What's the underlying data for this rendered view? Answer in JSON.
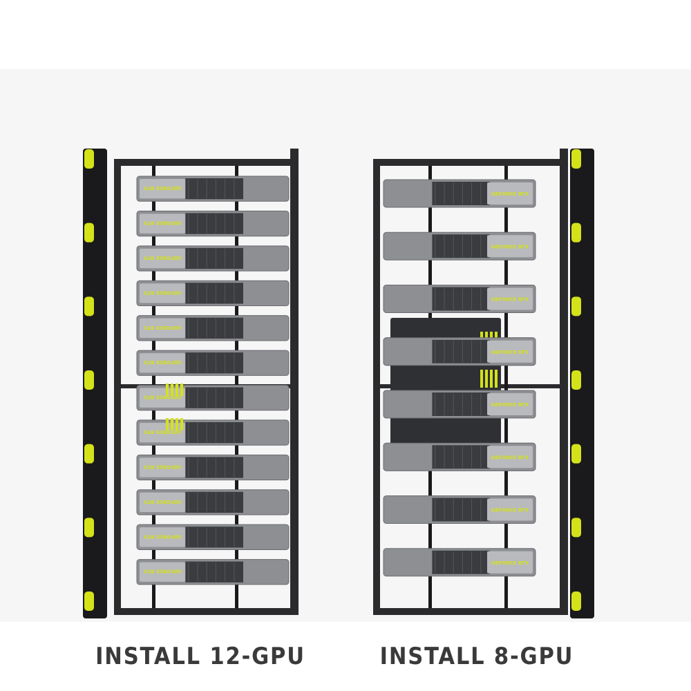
{
  "rigs": [
    {
      "id": "12-gpu",
      "caption": "INSTALL 12-GPU",
      "gpu_count": 12,
      "gpu_label": "GEFORCE RTX",
      "label_mirrored": true
    },
    {
      "id": "8-gpu",
      "caption": "INSTALL 8-GPU",
      "gpu_count": 8,
      "gpu_label": "GEFORCE RTX",
      "label_mirrored": false
    }
  ],
  "colors": {
    "frame": "#2b2b2d",
    "frame_dark": "#1a1a1c",
    "gpu_body": "#8e8f93",
    "gpu_light": "#b9babd",
    "gpu_dark": "#3b3c40",
    "accent": "#d4e21a",
    "caption": "#3a3a3a"
  }
}
